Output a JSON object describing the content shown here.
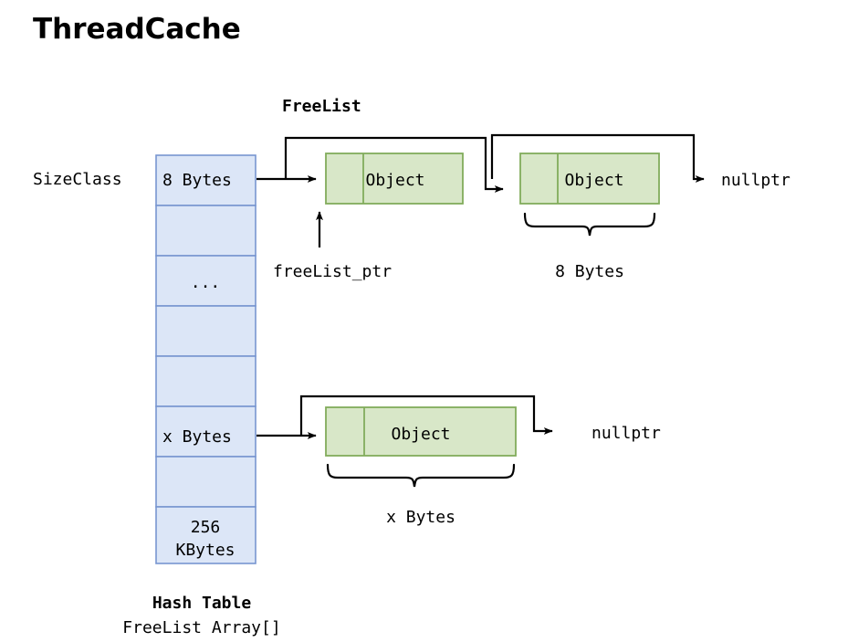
{
  "title": "ThreadCache",
  "labels": {
    "freelist_heading": "FreeList",
    "sizeclass": "SizeClass",
    "freelist_ptr": "freeList_ptr",
    "nullptr_top": "nullptr",
    "nullptr_bottom": "nullptr",
    "brace_top": "8 Bytes",
    "brace_bottom": "x Bytes",
    "footer_line1": "Hash Table",
    "footer_line2": "FreeList Array[]"
  },
  "hash_table": {
    "cells": [
      {
        "id": "cell-8-bytes",
        "text": "8 Bytes",
        "text2": ""
      },
      {
        "id": "cell-empty-1",
        "text": "",
        "text2": ""
      },
      {
        "id": "cell-ellipsis",
        "text": "...",
        "text2": ""
      },
      {
        "id": "cell-empty-2",
        "text": "",
        "text2": ""
      },
      {
        "id": "cell-empty-3",
        "text": "",
        "text2": ""
      },
      {
        "id": "cell-x-bytes",
        "text": "x Bytes",
        "text2": ""
      },
      {
        "id": "cell-empty-4",
        "text": "",
        "text2": ""
      },
      {
        "id": "cell-256-kbytes",
        "text": "256",
        "text2": "KBytes"
      }
    ]
  },
  "freelists": [
    {
      "id": "freelist-8-bytes",
      "source_cell": "cell-8-bytes",
      "nodes": [
        {
          "id": "object-1",
          "label": "Object"
        },
        {
          "id": "object-2",
          "label": "Object"
        }
      ],
      "terminator": "nullptr"
    },
    {
      "id": "freelist-x-bytes",
      "source_cell": "cell-x-bytes",
      "nodes": [
        {
          "id": "object-3",
          "label": "Object"
        }
      ],
      "terminator": "nullptr"
    }
  ],
  "colors": {
    "cell_fill": "#dce6f7",
    "cell_stroke": "#7896d0",
    "object_fill": "#d8e7c8",
    "object_stroke": "#82ac5c",
    "line": "#000000",
    "text": "#000000",
    "background": "#ffffff"
  }
}
